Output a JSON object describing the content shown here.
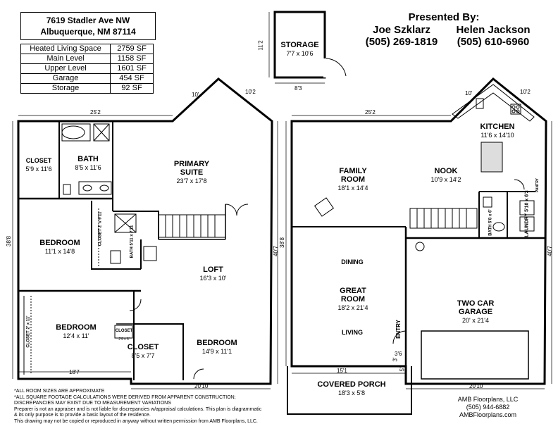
{
  "address": {
    "line1": "7619 Stadler Ave NW",
    "line2": "Albuquerque, NM 87114"
  },
  "sqft": [
    {
      "label": "Heated Living Space",
      "value": "2759 SF"
    },
    {
      "label": "Main Level",
      "value": "1158 SF"
    },
    {
      "label": "Upper Level",
      "value": "1601 SF"
    },
    {
      "label": "Garage",
      "value": "454 SF"
    },
    {
      "label": "Storage",
      "value": "92 SF"
    }
  ],
  "presenter": {
    "title": "Presented By:",
    "agent1_name": "Joe Szklarz",
    "agent1_phone": "(505) 269-1819",
    "agent2_name": "Helen Jackson",
    "agent2_phone": "(505) 610-6960"
  },
  "storage": {
    "name": "STORAGE",
    "dims": "7'7 x 10'6",
    "width": "8'3",
    "height": "11'2"
  },
  "upper": {
    "closet1": {
      "name": "CLOSET",
      "dims": "5'9 x 11'6"
    },
    "bath1": {
      "name": "BATH",
      "dims": "8'5 x 11'6"
    },
    "primary": {
      "name": "PRIMARY",
      "name2": "SUITE",
      "dims": "23'7 x 17'8"
    },
    "bedroom1": {
      "name": "BEDROOM",
      "dims": "11'1 x 14'8"
    },
    "closet_v": {
      "name": "CLOSET",
      "dims": "2' x 9'11"
    },
    "bath2": {
      "name": "BATH",
      "dims": "5'11 x 7'11"
    },
    "loft": {
      "name": "LOFT",
      "dims": "16'3 x 10'"
    },
    "bedroom2": {
      "name": "BEDROOM",
      "dims": "12'4 x 11'"
    },
    "closet_b2": {
      "name": "CLOSET",
      "dims": "2' x 11'"
    },
    "closet_sm": {
      "name": "CLOSET",
      "dims": "2'9 x 3'"
    },
    "closet_big": {
      "name": "CLOSET",
      "dims": "8'5 x 7'7"
    },
    "bedroom3": {
      "name": "BEDROOM",
      "dims": "14'9 x 11'1"
    },
    "dim_top": "25'2",
    "dim_angle1": "10'",
    "dim_angle2": "10'2",
    "dim_left": "38'8",
    "dim_right": "40'7",
    "dim_bottom1": "18'7",
    "dim_bottom2": "20'10"
  },
  "main": {
    "family": {
      "name": "FAMILY",
      "name2": "ROOM",
      "dims": "18'1 x 14'4"
    },
    "nook": {
      "name": "NOOK",
      "dims": "10'9 x 14'2"
    },
    "kitchen": {
      "name": "KITCHEN",
      "dims": "11'6 x 14'10"
    },
    "dining": "DINING",
    "great": {
      "name": "GREAT",
      "name2": "ROOM",
      "dims": "18'2 x 21'4"
    },
    "living": "LIVING",
    "entry": "ENTRY",
    "bath": {
      "name": "BATH",
      "dims": "5'8 x 6'"
    },
    "laundry": {
      "name": "LAUNDRY",
      "dims": "5'10 x 6'3"
    },
    "pantry": "PANTRY",
    "garage": {
      "name": "TWO CAR",
      "name2": "GARAGE",
      "dims": "20' x 21'4"
    },
    "porch": {
      "name": "COVERED PORCH",
      "dims": "18'3 x 5'8"
    },
    "dim_top": "25'2",
    "dim_angle1": "10'",
    "dim_angle2": "10'2",
    "dim_left": "38'8",
    "dim_right": "40'7",
    "dim_bottom1": "15'1",
    "dim_bottom2": "20'10",
    "dim_entry": "3'6",
    "dim_3": "3'",
    "dim_5": "5'"
  },
  "notes": [
    "*ALL ROOM SIZES ARE APPROXIMATE",
    "*ALL SQUARE FOOTAGE CALCULATIONS WERE DERIVED FROM APPARENT CONSTRUCTION;",
    "DISCREPANCIES MAY EXIST DUE TO MEASUREMENT VARIATIONS",
    "Preparer is not an appraiser and is not liable for discrepancies w/appraisal calculations.  This plan is diagrammatic",
    "& its only purpose is to provide a basic layout of the residence.",
    "This drawing may not be copied or reproduced in anyway without written permission from AMB Floorplans, LLC."
  ],
  "company": {
    "name": "AMB Floorplans, LLC",
    "phone": "(505) 944-6882",
    "site": "AMBFloorplans.com"
  }
}
